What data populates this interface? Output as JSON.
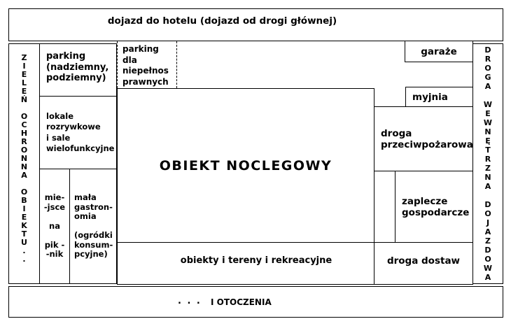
{
  "colors": {
    "line": "#000000",
    "background": "#ffffff",
    "text": "#000000"
  },
  "top_banner": {
    "label": "dojazd do hotelu (dojazd od drogi głównej)"
  },
  "left_strip": {
    "label": "ZIELEŃ OCHRONNA OBIEKTU..",
    "letters": [
      "Z",
      "I",
      "E",
      "L",
      "E",
      "Ń",
      "",
      "O",
      "C",
      "H",
      "R",
      "O",
      "N",
      "N",
      "A",
      "",
      "O",
      "B",
      "I",
      "E",
      "K",
      "T",
      "U",
      ".",
      "."
    ]
  },
  "right_strip": {
    "label": "DROGA WEWNĘTRZNA DOJAZDOWA",
    "letters": [
      "D",
      "R",
      "O",
      "G",
      "A",
      "",
      "W",
      "E",
      "W",
      "N",
      "Ę",
      "T",
      "R",
      "Z",
      "N",
      "A",
      "",
      "D",
      "O",
      "J",
      "A",
      "Z",
      "D",
      "O",
      "W",
      "A"
    ]
  },
  "boxes": {
    "parking": {
      "lines": [
        "parking",
        "(nadziemny,",
        "podziemny)"
      ]
    },
    "parking_disabled": {
      "lines": [
        "parking",
        "dla",
        "niepełnos",
        "prawnych"
      ]
    },
    "lokale": {
      "lines": [
        "lokale",
        "rozrywkowe",
        "i sale",
        "wielofunkcyjne"
      ]
    },
    "miejsce_piknik": {
      "lines": [
        "mie-",
        "-jsce",
        "",
        "na",
        "",
        "pik -",
        "-nik"
      ]
    },
    "mala_gastronomia": {
      "lines": [
        "mała",
        "gastron-",
        "omia",
        "",
        "(ogródki",
        "konsum-",
        "pcyjne)"
      ]
    },
    "central": {
      "label": "OBIEKT NOCLEGOWY"
    },
    "garaze": {
      "label": "garaże"
    },
    "myjnia": {
      "label": "myjnia"
    },
    "droga_przeciwpozarowa": {
      "lines": [
        "droga",
        "przeciwpożarowa"
      ]
    },
    "zaplecze": {
      "lines": [
        "zaplecze",
        "gospodarcze"
      ]
    },
    "droga_dostaw": {
      "label": "droga dostaw"
    },
    "obiekty": {
      "label": "obiekty i tereny i rekreacyjne"
    }
  },
  "bottom_banner": {
    "dots": ". . .",
    "label": "I OTOCZENIA"
  }
}
